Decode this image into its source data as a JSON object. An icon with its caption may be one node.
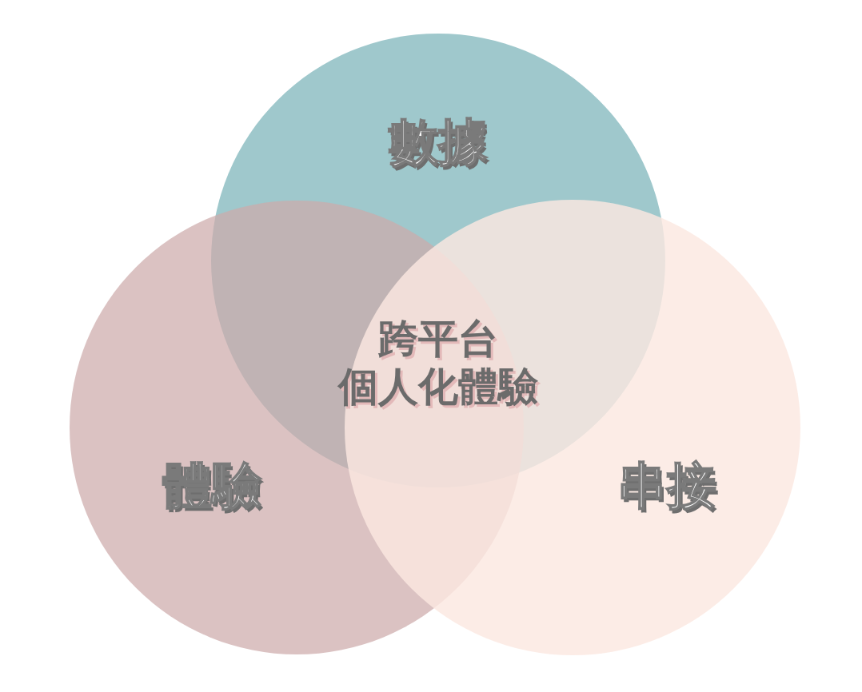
{
  "diagram": {
    "nodes": [
      {
        "text": [
          "數據"
        ]
      },
      {
        "text": [
          "體驗"
        ]
      },
      {
        "text": [
          "串接"
        ]
      }
    ],
    "labels": [
      "跨平台",
      "個人化體驗"
    ]
  }
}
